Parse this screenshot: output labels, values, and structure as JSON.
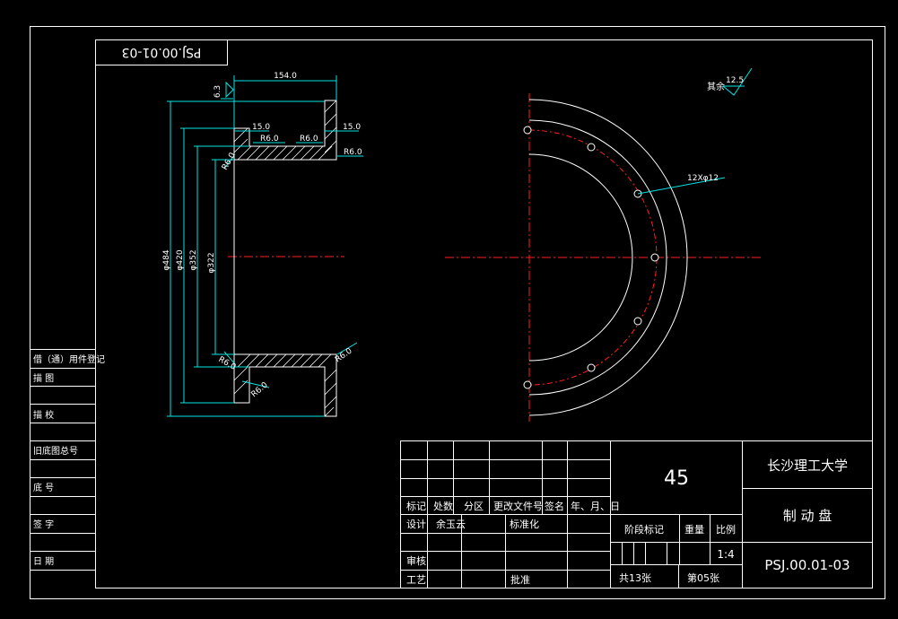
{
  "title_block": {
    "material": "45",
    "university": "长沙理工大学",
    "part_name": "制  动  盘",
    "drawing_no": "PSJ.00.01-03",
    "top_tab": "PSJ.00.01-03",
    "h_biaoji": "标记",
    "h_chushu": "处数",
    "h_fenqu": "分区",
    "h_genggai": "更改文件号",
    "h_qianming": "签名",
    "h_date": "年、月、日",
    "sheji": "设计",
    "designer": "余玉云",
    "biaozhunhua": "标准化",
    "shenhe": "审核",
    "gongyi": "工艺",
    "pizhun": "批准",
    "jieduan": "阶段标记",
    "zhongliang": "重量",
    "bili": "比例",
    "scale": "1:4",
    "total_sheets": "共13张",
    "sheet_no": "第05张"
  },
  "side_column": {
    "items": [
      "借（通）用件登记",
      "描  图",
      "描  校",
      "旧底图总号",
      "底  号",
      "签  字",
      "日  期"
    ]
  },
  "dimensions": {
    "width_154": "154.0",
    "rough_63": "6.3",
    "d15a": "15.0",
    "d15b": "15.0",
    "r6a": "R6.0",
    "r6b": "R6.0",
    "r6c": "R6.0",
    "r6d": "R6.0",
    "r6e": "R6.0",
    "r6f": "R6.0",
    "r6g": "R6.0",
    "phi484": "φ484",
    "phi420": "φ420",
    "phi352": "φ352",
    "phi322": "φ322",
    "holes": "12Xφ12",
    "rest_label": "其余",
    "rest_value": "12.5"
  }
}
